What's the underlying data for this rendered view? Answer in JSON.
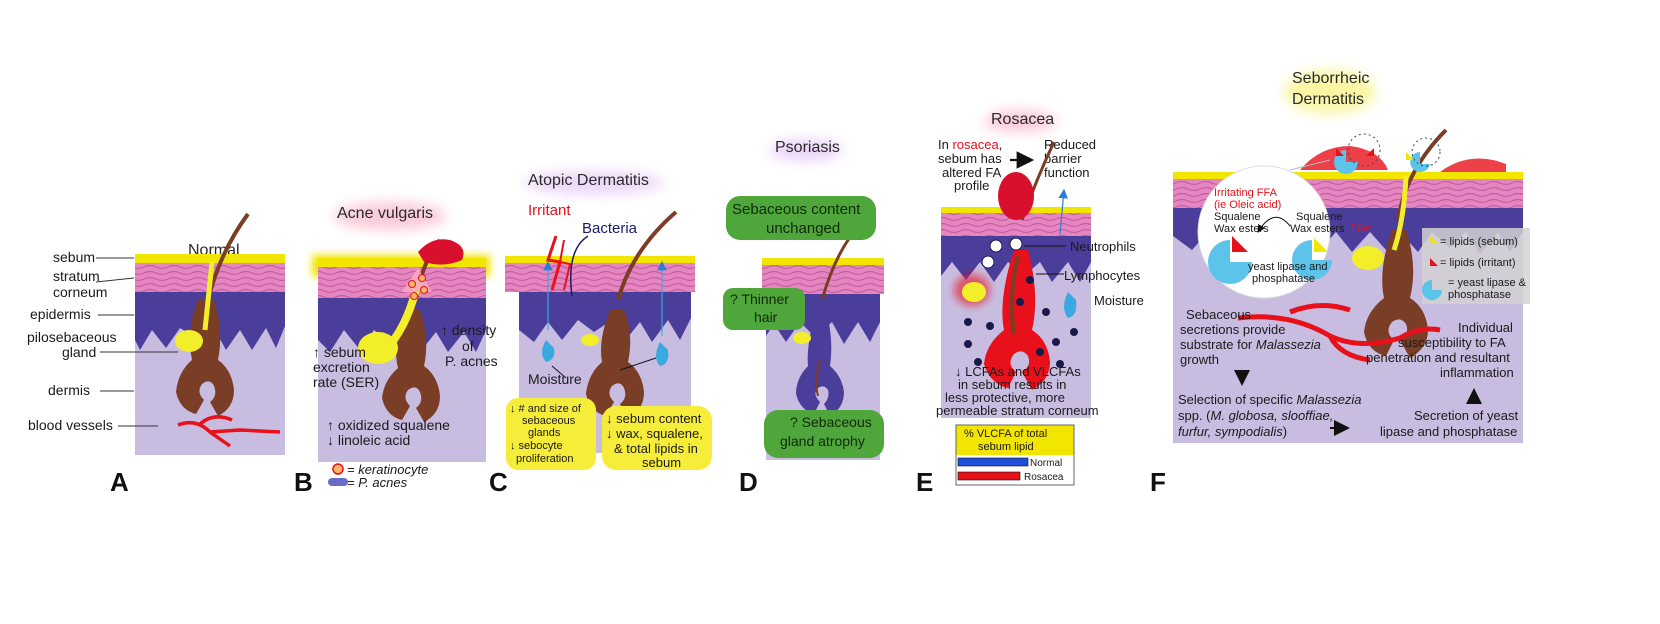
{
  "colors": {
    "sebum": "#f2e500",
    "corneum": "#e487c0",
    "epidermis": "#4b3d9a",
    "dermis": "#c8bde0",
    "follicle": "#7a3d25",
    "gland": "#f3ee2a",
    "vessel": "#e8101a",
    "green": "#4fa63b",
    "yellowbox": "#f6ec3a",
    "water": "#3aa9e0",
    "yeast": "#5cc3ea"
  },
  "panel_a": {
    "title": "Normal",
    "label": "A",
    "labels": {
      "sebum": "sebum",
      "stratum_1": "stratum",
      "stratum_2": "corneum",
      "epidermis": "epidermis",
      "gland_1": "pilosebaceous",
      "gland_2": "gland",
      "dermis": "dermis",
      "vessels": "blood vessels"
    }
  },
  "panel_b": {
    "title": "Acne vulgaris",
    "label": "B",
    "text": {
      "ser_1": "↑ sebum",
      "ser_2": "excretion",
      "ser_3": "rate (SER)",
      "dens_1": "↑ density",
      "dens_2": "of",
      "dens_3": "P. acnes",
      "sq_1": "↑ oxidized squalene",
      "sq_2": "↓ linoleic acid"
    },
    "legend": {
      "kerat": "= keratinocyte",
      "pacnes": "= P. acnes"
    }
  },
  "panel_c": {
    "title": "Atopic Dermatitis",
    "label": "C",
    "text": {
      "irritant": "Irritant",
      "bacteria": "Bacteria",
      "moisture": "Moisture"
    },
    "box1": [
      "↓ # and size of",
      "sebaceous",
      "glands",
      "↓ sebocyte",
      "proliferation"
    ],
    "box2": [
      "↓ sebum content",
      "↓ wax, squalene,",
      "& total lipids in",
      "sebum"
    ]
  },
  "panel_d": {
    "title": "Psoriasis",
    "label": "D",
    "box_top": [
      "Sebaceous content",
      "unchanged"
    ],
    "box_hair": [
      "? Thinner",
      "hair"
    ],
    "box_atrophy": [
      "? Sebaceous",
      "gland atrophy"
    ]
  },
  "panel_e": {
    "title": "Rosacea",
    "label": "E",
    "text": {
      "in_1": "In ",
      "in_rosacea": "rosacea",
      "in_comma": ",",
      "in_2": "sebum has",
      "in_3": "altered FA",
      "in_4": "profile",
      "red_1": "Reduced",
      "red_2": "barrier",
      "red_3": "function",
      "neut": "Neutrophils",
      "lymph": "Lymphocytes",
      "moist": "Moisture",
      "bottom": [
        "↓ LCFAs and VLCFAs",
        "in sebum results in",
        "less protective, more",
        "permeable stratum corneum"
      ]
    },
    "mini_chart": {
      "title": [
        "% VLCFA of total",
        "sebum lipid"
      ],
      "series": [
        {
          "name": "Normal",
          "color": "#1f4fd8"
        },
        {
          "name": "Rosacea",
          "color": "#e8101a"
        }
      ]
    }
  },
  "panel_f": {
    "title": [
      "Seborrheic",
      "Dermatitis"
    ],
    "label": "F",
    "circle": {
      "irr_1": "Irritating FFA",
      "irr_2": "(ie Oleic acid)",
      "sq_l_1": "Squalene",
      "sq_l_2": "Wax esters",
      "sq_r_1": "Squalene",
      "sq_r_2": "Wax esters",
      "tgs": "TGs",
      "yl_1": "yeast lipase and",
      "yl_2": "phosphatase"
    },
    "legend": [
      {
        "text": "= lipids (sebum)",
        "icon": "yellow-wedge-icon"
      },
      {
        "text": "= lipids (irritant)",
        "icon": "red-wedge-icon"
      },
      {
        "text": "= yeast lipase &",
        "text2": "phosphatase",
        "icon": "yeast-pac-icon"
      }
    ],
    "text": {
      "sec_1": "Sebaceous",
      "sec_2": "secretions provide",
      "sec_3a": "substrate for ",
      "sec_3b": "Malassezia",
      "sec_4": "growth",
      "sel_1a": "Selection of specific ",
      "sel_1b": "Malassezia",
      "sel_2a": "spp. (",
      "sel_2b": "M. globosa, slooffiae,",
      "sel_3a": "furfur, sympodialis",
      "sel_3b": ")",
      "ind_1": "Individual",
      "ind_2": "susceptibility to FA",
      "ind_3": "penetration and resultant",
      "ind_4": "inflammation",
      "secy_1": "Secretion of yeast",
      "secy_2": "lipase and phosphatase"
    }
  }
}
